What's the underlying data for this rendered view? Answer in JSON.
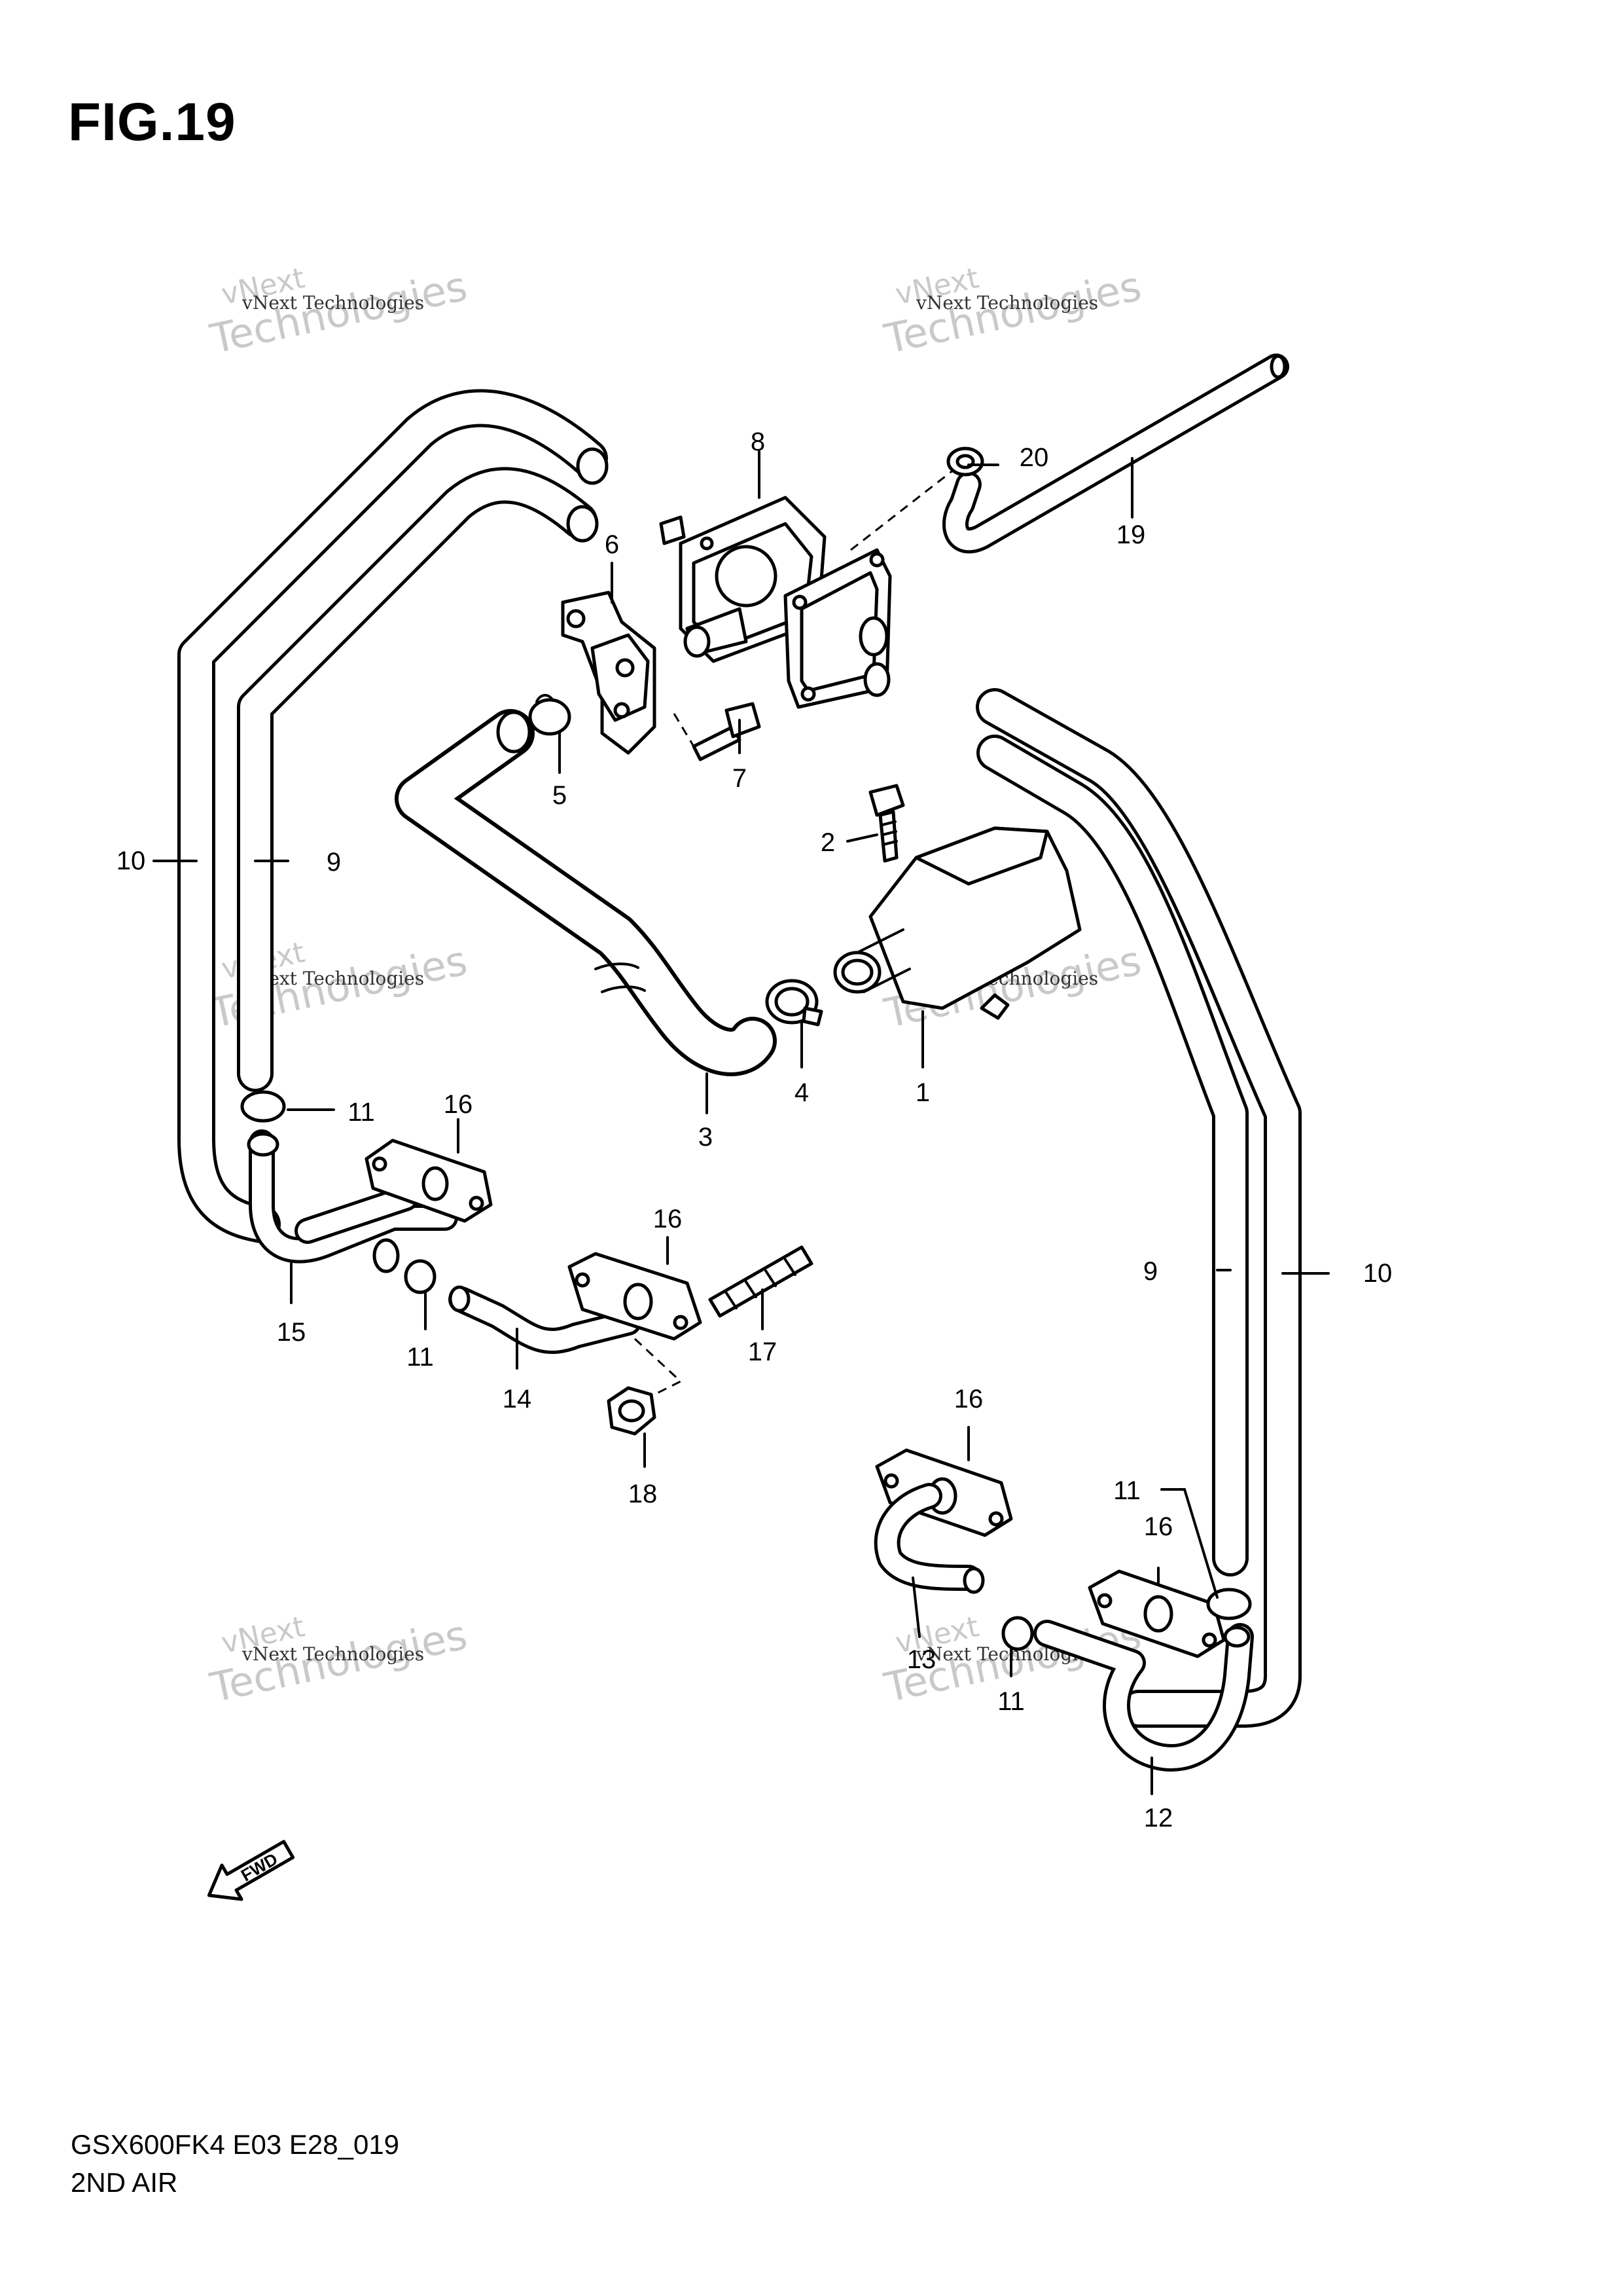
{
  "figure": {
    "title": "FIG.19"
  },
  "footer": {
    "model_code": "GSX600FK4 E03 E28_019",
    "assembly_name": "2ND AIR"
  },
  "fwd_arrow": {
    "label": "FWD"
  },
  "watermark": {
    "line1": "vNext Technologies",
    "line2": "vNext",
    "line3": "Technologies",
    "color": "#c9c9c9"
  },
  "callouts": {
    "p1": "1",
    "p2": "2",
    "p3": "3",
    "p4": "4",
    "p5": "5",
    "p6": "6",
    "p7": "7",
    "p8": "8",
    "p9a": "9",
    "p9b": "9",
    "p10a": "10",
    "p10b": "10",
    "p11a": "11",
    "p11b": "11",
    "p11c": "11",
    "p11d": "11",
    "p12": "12",
    "p13": "13",
    "p14": "14",
    "p15": "15",
    "p16a": "16",
    "p16b": "16",
    "p16c": "16",
    "p16d": "16",
    "p17": "17",
    "p18": "18",
    "p19": "19",
    "p20": "20"
  }
}
